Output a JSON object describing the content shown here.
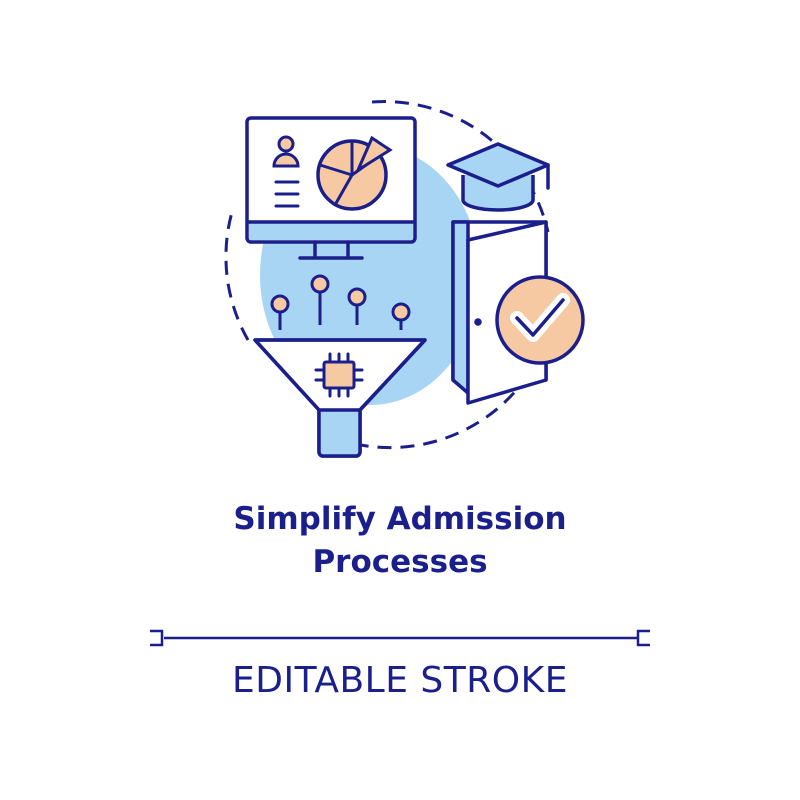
{
  "title": {
    "line1": "Simplify Admission",
    "line2": "Processes"
  },
  "caption": "EDITABLE STROKE",
  "icons": [
    "computer-monitor-icon",
    "pie-chart-icon",
    "user-profile-icon",
    "funnel-icon",
    "microchip-icon",
    "graduation-cap-icon",
    "door-icon",
    "checkmark-badge-icon"
  ],
  "colors": {
    "outline": "#1a1f8c",
    "fill_blue": "#a9d5f5",
    "fill_orange": "#f7c9a3",
    "background": "#ffffff"
  }
}
